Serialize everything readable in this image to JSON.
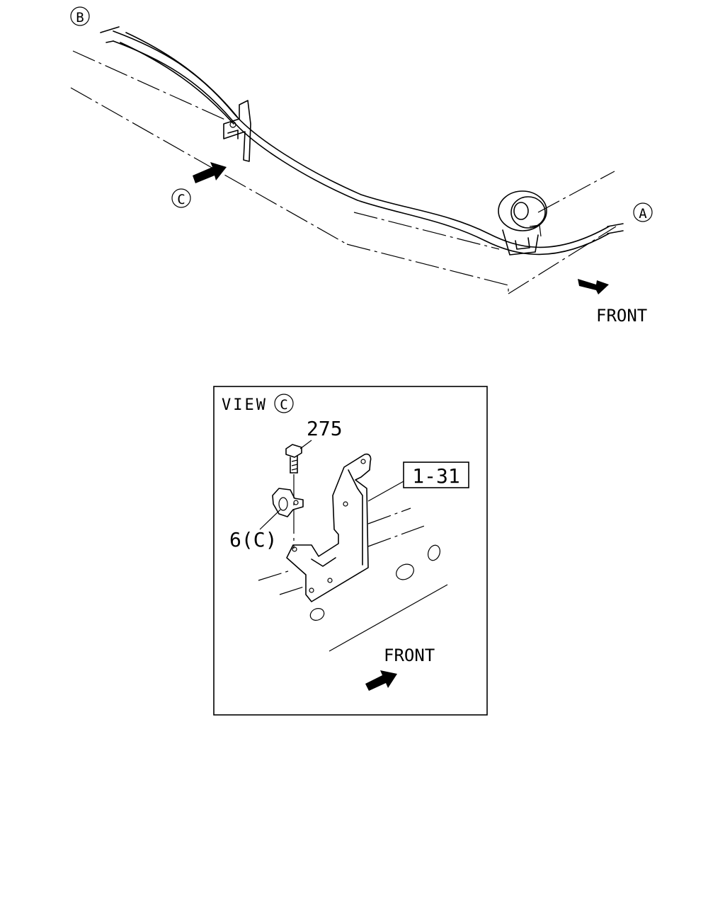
{
  "callouts": {
    "a": "A",
    "b": "B",
    "c": "C"
  },
  "front_label_top": "FRONT",
  "view_box": {
    "title": "VIEW",
    "title_ref": "C",
    "part_bolt": "275",
    "part_clip": "6(C)",
    "ref_box": "1-31",
    "front_label": "FRONT"
  }
}
